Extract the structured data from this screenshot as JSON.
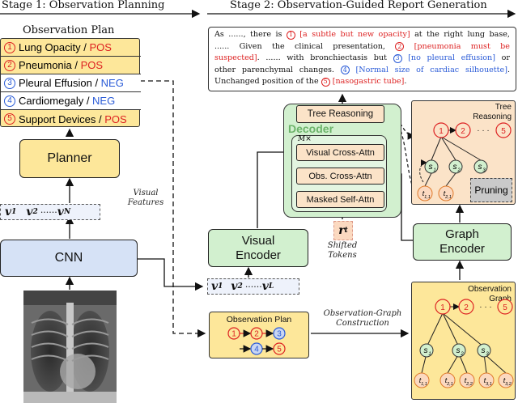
{
  "stages": {
    "stage1": "Stage 1: Observation Planning",
    "stage2": "Stage 2: Observation-Guided Report Generation"
  },
  "observation_plan": {
    "title": "Observation Plan",
    "items": [
      {
        "num": "1",
        "name": "Lung Opacity",
        "sep": " / ",
        "label": "POS",
        "color": "#d22222"
      },
      {
        "num": "2",
        "name": "Pneumonia",
        "sep": " / ",
        "label": "POS",
        "color": "#d22222"
      },
      {
        "num": "3",
        "name": "Pleural Effusion",
        "sep": " / ",
        "label": "NEG",
        "color": "#2a5bd7"
      },
      {
        "num": "4",
        "name": "Cardiomegaly",
        "sep": " / ",
        "label": "NEG",
        "color": "#2a5bd7"
      },
      {
        "num": "5",
        "name": "Support Devices",
        "sep": " / ",
        "label": "POS",
        "color": "#d22222"
      }
    ]
  },
  "modules": {
    "planner": "Planner",
    "cnn": "CNN",
    "visual_encoder_1": "Visual",
    "visual_encoder_2": "Encoder",
    "graph_encoder_1": "Graph",
    "graph_encoder_2": "Encoder",
    "decoder": "Decoder",
    "m_times": "M×",
    "tree_reasoning": "Tree Reasoning",
    "visual_cross_attn": "Visual Cross-Attn",
    "obs_cross_attn": "Obs. Cross-Attn",
    "masked_self_attn": "Masked Self-Attn",
    "pruning": "Pruning"
  },
  "visual_features": {
    "label_1": "Visual",
    "label_2": "Features",
    "v1": "v",
    "v1_sub": "1",
    "v2": "v",
    "v2_sub": "2",
    "dots": "······",
    "vn": "v",
    "vn_sub": "N",
    "vl_sub": "L"
  },
  "shifted_tokens": {
    "symbol": "r",
    "sub": "t",
    "label_1": "Shifted",
    "label_2": "Tokens"
  },
  "report": {
    "l1a": "As ......, there is ",
    "n1": "1",
    "l1b": " [a subtle but new opacity]",
    "l1c": " at the right lung base,",
    "l2a": "...... Given the clinical presentation, ",
    "n2": "2",
    "l2b": " [pneumonia must be",
    "l3a": "suspected]",
    "l3b": ". ...... with bronchiectasis but ",
    "n3": "3",
    "l3c": " [no pleural effusion]",
    "l3d": " or",
    "l4a": "other parenchymal changes. ",
    "n4": "4",
    "l4b": " [Normal size of cardiac silhouette]",
    "l4c": ".",
    "l5a": "Unchanged position of the ",
    "n5": "5",
    "l5b": " [nasogastric tube]",
    "l5c": "."
  },
  "plan_flow": {
    "title": "Observation Plan",
    "n1": "1",
    "n2": "2",
    "n3": "3",
    "n4": "4",
    "n5": "5"
  },
  "construction": {
    "label_1": "Observation-Graph",
    "label_2": "Construction"
  },
  "observation_graph": {
    "title_1": "Observation",
    "title_2": "Graph",
    "n1": "1",
    "n2": "2",
    "n5": "5",
    "dots": "· · ·",
    "s1": "s",
    "s1_sub": "1",
    "s2": "s",
    "s2_sub": "2",
    "s3": "s",
    "s3_sub": "3",
    "t11_sub": "1,1",
    "t21_sub": "2,1",
    "t22_sub": "2,2",
    "t31_sub": "3,1",
    "t32_sub": "3,2"
  },
  "tree_panel": {
    "title_1": "Tree",
    "title_2": "Reasoning",
    "n1": "1",
    "n2": "2",
    "n5": "5",
    "dots": "· · ·",
    "s1_sub": "1",
    "s2_sub": "2",
    "s3_sub": "3",
    "t11_sub": "1,1",
    "t21_sub": "2,1"
  },
  "colors": {
    "yellow": "#fde79a",
    "green": "#d2f0cf",
    "blue": "#d6e2f6",
    "peach": "#fbe3c8",
    "pos_red": "#d22222",
    "neg_blue": "#2a5bd7",
    "gray_pruning": "#c9c9c9"
  }
}
